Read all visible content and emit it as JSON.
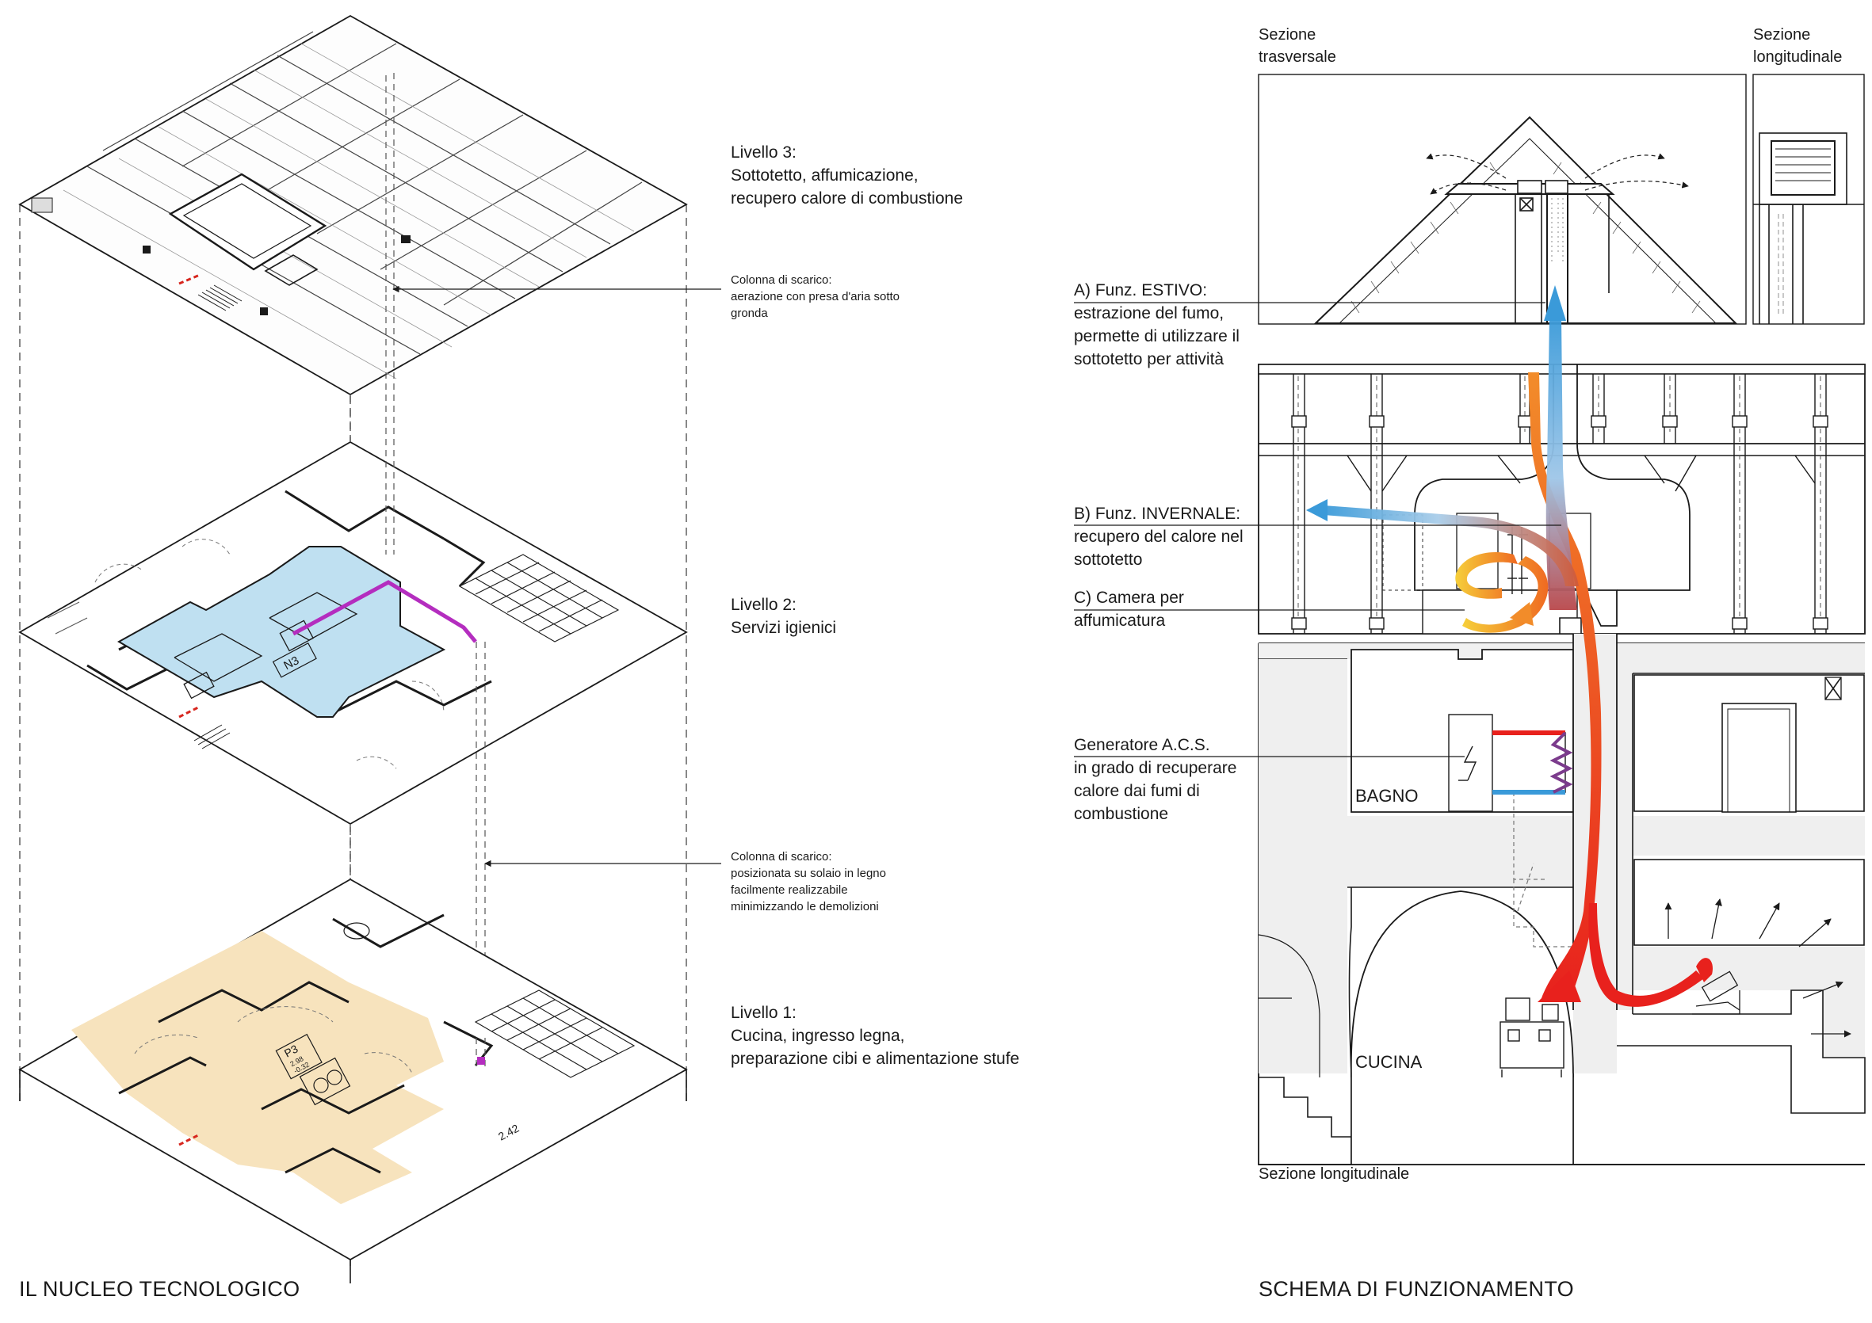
{
  "left": {
    "title": "IL NUCLEO TECNOLOGICO",
    "level3": {
      "line1": "Livello 3:",
      "line2": "Sottotetto, affumicazione,",
      "line3": "recupero calore di combustione"
    },
    "level2": {
      "line1": "Livello 2:",
      "line2": "Servizi igienici"
    },
    "level1": {
      "line1": "Livello 1:",
      "line2": "Cucina, ingresso legna,",
      "line3": "preparazione cibi e alimentazione stufe"
    },
    "note_top": {
      "line1": "Colonna di scarico:",
      "line2": "aerazione con presa d'aria sotto",
      "line3": "gronda"
    },
    "note_mid": {
      "line1": "Colonna di scarico:",
      "line2": "posizionata su solaio in legno",
      "line3": "facilmente realizzabile",
      "line4": "minimizzando le demolizioni"
    },
    "tags": {
      "n3": "N3",
      "p3": "P3",
      "p3_area": "2.98",
      "p3_level": "-0.32",
      "elev": "2.42"
    }
  },
  "right": {
    "title": "SCHEMA DI FUNZIONAMENTO",
    "section_trans": {
      "line1": "Sezione",
      "line2": "trasversale"
    },
    "section_long_top": {
      "line1": "Sezione",
      "line2": "longitudinale"
    },
    "section_long_bottom": "Sezione longitudinale",
    "label_a": {
      "line1": "A) Funz. ESTIVO:",
      "line2": "estrazione del fumo,",
      "line3": "permette di utilizzare il",
      "line4": "sottotetto per attività"
    },
    "label_b": {
      "line1": "B) Funz. INVERNALE:",
      "line2": "recupero del calore nel",
      "line3": "sottotetto"
    },
    "label_c": {
      "line1": "C) Camera per",
      "line2": "affumicatura"
    },
    "label_gen": {
      "line1": "Generatore A.C.S.",
      "line2": "in grado di recuperare",
      "line3": "calore dai fumi di",
      "line4": "combustione"
    },
    "room_bagno": "BAGNO",
    "room_cucina": "CUCINA"
  },
  "colors": {
    "bathroom_fill": "#bfe0f1",
    "kitchen_fill": "#f7e3bd",
    "pipe_magenta": "#b42dbf",
    "smoke_red": "#e8211d",
    "heat_orange": "#f28c2a",
    "air_blue": "#3a9ad9",
    "cut_red": "#d7261e"
  }
}
